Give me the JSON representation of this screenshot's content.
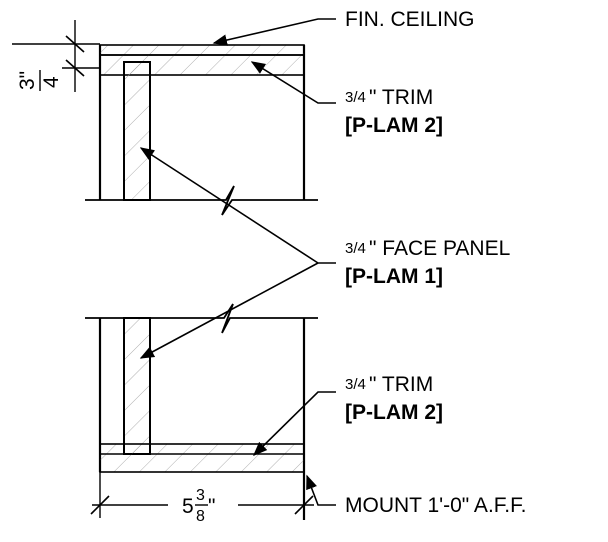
{
  "labels": {
    "fin_ceiling": "FIN. CEILING",
    "trim_top": {
      "fraction": "3/4",
      "text": "\" TRIM",
      "tag": "[P-LAM 2]"
    },
    "face_panel": {
      "fraction": "3/4",
      "text": "\" FACE PANEL",
      "tag": "[P-LAM 1]"
    },
    "trim_bottom": {
      "fraction": "3/4",
      "text": "\" TRIM",
      "tag": "[P-LAM 2]"
    },
    "mount": "MOUNT 1'-0\" A.F.F."
  },
  "dimensions": {
    "vertical": {
      "numerator": "3\"",
      "denominator": "4"
    },
    "horizontal": {
      "whole": "5",
      "numerator": "3",
      "denominator": "8",
      "unit": "\""
    }
  }
}
